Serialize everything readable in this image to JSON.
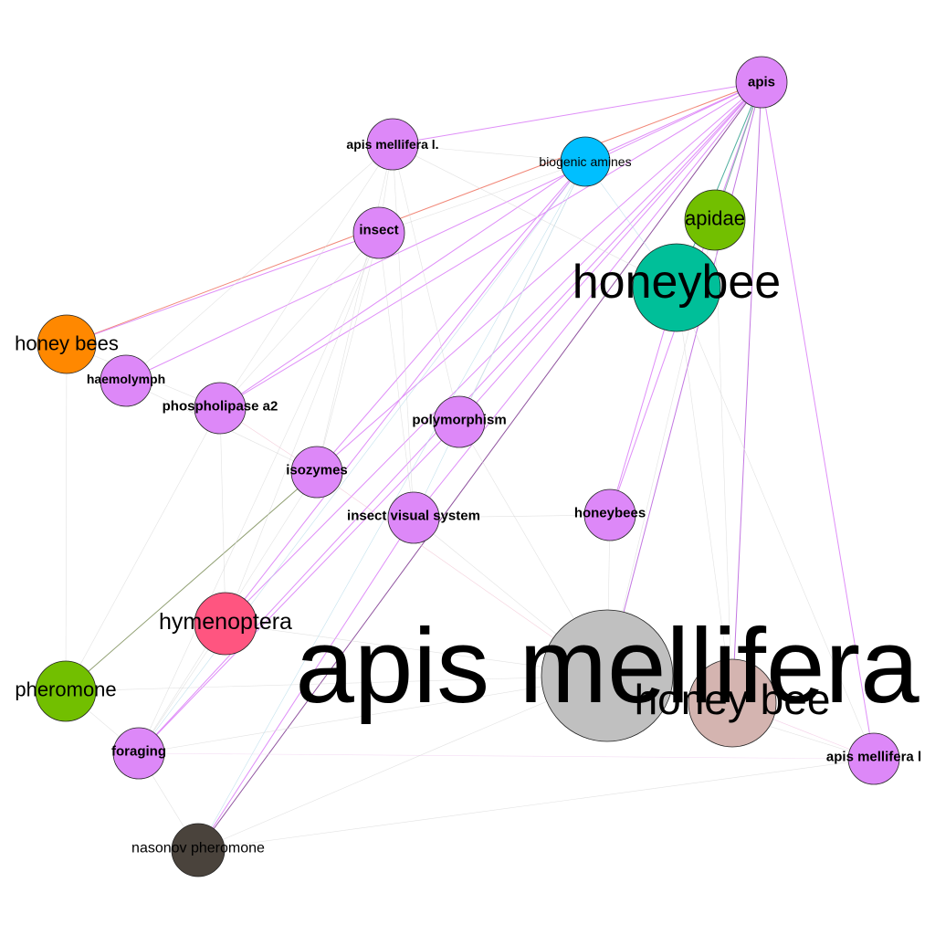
{
  "graph": {
    "nodes": [
      {
        "id": "apis",
        "label": "apis",
        "color": "#dd88f8",
        "style": "bold",
        "name": "node-apis"
      },
      {
        "id": "apis_mellifera_l_dot",
        "label": "apis mellifera l.",
        "color": "#dd88f8",
        "style": "bold",
        "name": "node-apis-mellifera-l-dot"
      },
      {
        "id": "biogenic_amines",
        "label": "biogenic amines",
        "color": "#00bfff",
        "style": "normal",
        "name": "node-biogenic-amines"
      },
      {
        "id": "insect",
        "label": "insect",
        "color": "#dd88f8",
        "style": "bold",
        "name": "node-insect"
      },
      {
        "id": "apidae",
        "label": "apidae",
        "color": "#72bf00",
        "style": "normal",
        "name": "node-apidae"
      },
      {
        "id": "honeybee",
        "label": "honeybee",
        "color": "#00bf99",
        "style": "normal",
        "name": "node-honeybee"
      },
      {
        "id": "honey_bees",
        "label": "honey bees",
        "color": "#ff8800",
        "style": "normal",
        "name": "node-honey-bees"
      },
      {
        "id": "haemolymph",
        "label": "haemolymph",
        "color": "#dd88f8",
        "style": "bold",
        "name": "node-haemolymph"
      },
      {
        "id": "phospholipase_a2",
        "label": "phospholipase a2",
        "color": "#dd88f8",
        "style": "bold",
        "name": "node-phospholipase-a2"
      },
      {
        "id": "polymorphism",
        "label": "polymorphism",
        "color": "#dd88f8",
        "style": "bold",
        "name": "node-polymorphism"
      },
      {
        "id": "isozymes",
        "label": "isozymes",
        "color": "#dd88f8",
        "style": "bold",
        "name": "node-isozymes"
      },
      {
        "id": "insect_visual_system",
        "label": "insect visual system",
        "color": "#dd88f8",
        "style": "bold",
        "name": "node-insect-visual-system"
      },
      {
        "id": "honeybees",
        "label": "honeybees",
        "color": "#dd88f8",
        "style": "bold",
        "name": "node-honeybees"
      },
      {
        "id": "hymenoptera",
        "label": "hymenoptera",
        "color": "#ff5580",
        "style": "normal",
        "name": "node-hymenoptera"
      },
      {
        "id": "apis_mellifera",
        "label": "apis mellifera",
        "color": "#c0c0c0",
        "style": "normal",
        "name": "node-apis-mellifera"
      },
      {
        "id": "honey_bee",
        "label": "honey bee",
        "color": "#d4b4b0",
        "style": "normal",
        "name": "node-honey-bee"
      },
      {
        "id": "pheromone",
        "label": "pheromone",
        "color": "#72bf00",
        "style": "normal",
        "name": "node-pheromone"
      },
      {
        "id": "foraging",
        "label": "foraging",
        "color": "#dd88f8",
        "style": "bold",
        "name": "node-foraging"
      },
      {
        "id": "apis_mellifera_l",
        "label": "apis mellifera l",
        "color": "#dd88f8",
        "style": "bold",
        "name": "node-apis-mellifera-l"
      },
      {
        "id": "nasonov_pheromone",
        "label": "nasonov pheromone",
        "color": "#4a433c",
        "style": "normal",
        "name": "node-nasonov-pheromone"
      }
    ],
    "edges": [
      {
        "source": "apis",
        "target": "apis_mellifera_l_dot",
        "color": "#dd88f8",
        "weight": "medium"
      },
      {
        "source": "apis",
        "target": "honey_bees",
        "color": "#f08070",
        "weight": "medium"
      },
      {
        "source": "apis",
        "target": "haemolymph",
        "color": "#dd88f8",
        "weight": "medium"
      },
      {
        "source": "apis",
        "target": "phospholipase_a2",
        "color": "#dd88f8",
        "weight": "medium"
      },
      {
        "source": "apis",
        "target": "isozymes",
        "color": "#dd88f8",
        "weight": "medium"
      },
      {
        "source": "apis",
        "target": "insect_visual_system",
        "color": "#dd88f8",
        "weight": "medium"
      },
      {
        "source": "apis",
        "target": "polymorphism",
        "color": "#dd88f8",
        "weight": "medium"
      },
      {
        "source": "apis",
        "target": "hymenoptera",
        "color": "#dd88f8",
        "weight": "medium"
      },
      {
        "source": "apis",
        "target": "foraging",
        "color": "#dd88f8",
        "weight": "medium"
      },
      {
        "source": "apis",
        "target": "nasonov_pheromone",
        "color": "#8a4a9a",
        "weight": "medium"
      },
      {
        "source": "apis",
        "target": "honeybees",
        "color": "#dd88f8",
        "weight": "medium"
      },
      {
        "source": "apis",
        "target": "apis_mellifera_l",
        "color": "#dd88f8",
        "weight": "medium"
      },
      {
        "source": "apis",
        "target": "honey_bee",
        "color": "#c070e0",
        "weight": "medium"
      },
      {
        "source": "apis",
        "target": "apis_mellifera",
        "color": "#c070e0",
        "weight": "medium"
      },
      {
        "source": "apis",
        "target": "biogenic_amines",
        "color": "#dd88f8",
        "weight": "medium"
      },
      {
        "source": "apis",
        "target": "honeybee",
        "color": "#44aa99",
        "weight": "medium"
      },
      {
        "source": "apis",
        "target": "apidae",
        "color": "#7ab0a0",
        "weight": "medium"
      },
      {
        "source": "insect",
        "target": "honey_bees",
        "color": "#dd88f8",
        "weight": "medium"
      },
      {
        "source": "biogenic_amines",
        "target": "isozymes",
        "color": "#dd88f8",
        "weight": "medium"
      },
      {
        "source": "biogenic_amines",
        "target": "phospholipase_a2",
        "color": "#dd88f8",
        "weight": "medium"
      },
      {
        "source": "biogenic_amines",
        "target": "hymenoptera",
        "color": "#dd88f8",
        "weight": "medium"
      },
      {
        "source": "pheromone",
        "target": "isozymes",
        "color": "#8a9a6a",
        "weight": "medium"
      },
      {
        "source": "honeybee",
        "target": "honeybees",
        "color": "#dd88f8",
        "weight": "medium"
      },
      {
        "source": "polymorphism",
        "target": "foraging",
        "color": "#dd88f8",
        "weight": "medium"
      },
      {
        "source": "insect_visual_system",
        "target": "nasonov_pheromone",
        "color": "#dd88f8",
        "weight": "medium"
      },
      {
        "source": "apis_mellifera_l_dot",
        "target": "insect",
        "color": "#d8d8d8",
        "weight": "thin"
      },
      {
        "source": "apis_mellifera_l_dot",
        "target": "biogenic_amines",
        "color": "#d8d8d8",
        "weight": "thin"
      },
      {
        "source": "apis_mellifera_l_dot",
        "target": "haemolymph",
        "color": "#d8d8d8",
        "weight": "thin"
      },
      {
        "source": "apis_mellifera_l_dot",
        "target": "phospholipase_a2",
        "color": "#d8d8d8",
        "weight": "thin"
      },
      {
        "source": "apis_mellifera_l_dot",
        "target": "isozymes",
        "color": "#d8d8d8",
        "weight": "thin"
      },
      {
        "source": "apis_mellifera_l_dot",
        "target": "polymorphism",
        "color": "#d8d8d8",
        "weight": "thin"
      },
      {
        "source": "apis_mellifera_l_dot",
        "target": "insect_visual_system",
        "color": "#d8d8d8",
        "weight": "thin"
      },
      {
        "source": "apis_mellifera_l_dot",
        "target": "honeybee",
        "color": "#d8d8d8",
        "weight": "thin"
      },
      {
        "source": "insect",
        "target": "biogenic_amines",
        "color": "#d8d8d8",
        "weight": "thin"
      },
      {
        "source": "insect",
        "target": "phospholipase_a2",
        "color": "#d8d8d8",
        "weight": "thin"
      },
      {
        "source": "insect",
        "target": "isozymes",
        "color": "#d8d8d8",
        "weight": "thin"
      },
      {
        "source": "insect",
        "target": "insect_visual_system",
        "color": "#d8d8d8",
        "weight": "thin"
      },
      {
        "source": "insect",
        "target": "hymenoptera",
        "color": "#d8d8d8",
        "weight": "thin"
      },
      {
        "source": "insect",
        "target": "foraging",
        "color": "#d8d8d8",
        "weight": "thin"
      },
      {
        "source": "biogenic_amines",
        "target": "polymorphism",
        "color": "#d8d8d8",
        "weight": "thin"
      },
      {
        "source": "biogenic_amines",
        "target": "insect_visual_system",
        "color": "#b0d8e8",
        "weight": "thin"
      },
      {
        "source": "biogenic_amines",
        "target": "honeybee",
        "color": "#b0d8e8",
        "weight": "thin"
      },
      {
        "source": "biogenic_amines",
        "target": "foraging",
        "color": "#b0d8e8",
        "weight": "thin"
      },
      {
        "source": "biogenic_amines",
        "target": "nasonov_pheromone",
        "color": "#b0d8e8",
        "weight": "thin"
      },
      {
        "source": "honey_bees",
        "target": "phospholipase_a2",
        "color": "#d8d8d8",
        "weight": "thin"
      },
      {
        "source": "honey_bees",
        "target": "pheromone",
        "color": "#d8d8d8",
        "weight": "thin"
      },
      {
        "source": "haemolymph",
        "target": "isozymes",
        "color": "#d8d8d8",
        "weight": "thin"
      },
      {
        "source": "phospholipase_a2",
        "target": "pheromone",
        "color": "#d8d8d8",
        "weight": "thin"
      },
      {
        "source": "phospholipase_a2",
        "target": "isozymes",
        "color": "#f0c0d0",
        "weight": "thin"
      },
      {
        "source": "phospholipase_a2",
        "target": "hymenoptera",
        "color": "#d8d8d8",
        "weight": "thin"
      },
      {
        "source": "isozymes",
        "target": "apis_mellifera",
        "color": "#f0c0d0",
        "weight": "thin"
      },
      {
        "source": "isozymes",
        "target": "foraging",
        "color": "#d8d8d8",
        "weight": "thin"
      },
      {
        "source": "insect_visual_system",
        "target": "apis_mellifera",
        "color": "#d8d8d8",
        "weight": "thin"
      },
      {
        "source": "insect_visual_system",
        "target": "honeybees",
        "color": "#d8d8d8",
        "weight": "thin"
      },
      {
        "source": "polymorphism",
        "target": "apis_mellifera",
        "color": "#d8d8d8",
        "weight": "thin"
      },
      {
        "source": "honeybees",
        "target": "apis_mellifera",
        "color": "#d8d8d8",
        "weight": "thin"
      },
      {
        "source": "honeybee",
        "target": "apis_mellifera_l",
        "color": "#d8d8d8",
        "weight": "thin"
      },
      {
        "source": "honeybee",
        "target": "honey_bee",
        "color": "#d8d8d8",
        "weight": "thin"
      },
      {
        "source": "hymenoptera",
        "target": "apis_mellifera",
        "color": "#d8d8d8",
        "weight": "thin"
      },
      {
        "source": "hymenoptera",
        "target": "foraging",
        "color": "#d8d8d8",
        "weight": "thin"
      },
      {
        "source": "pheromone",
        "target": "apis_mellifera",
        "color": "#d8d8d8",
        "weight": "thin"
      },
      {
        "source": "pheromone",
        "target": "foraging",
        "color": "#d8d8d8",
        "weight": "thin"
      },
      {
        "source": "foraging",
        "target": "apis_mellifera_l",
        "color": "#f0d0f0",
        "weight": "thin"
      },
      {
        "source": "foraging",
        "target": "apis_mellifera",
        "color": "#d8d8d8",
        "weight": "thin"
      },
      {
        "source": "foraging",
        "target": "nasonov_pheromone",
        "color": "#d8d8d8",
        "weight": "thin"
      },
      {
        "source": "nasonov_pheromone",
        "target": "apis_mellifera_l",
        "color": "#d8d8d8",
        "weight": "thin"
      },
      {
        "source": "nasonov_pheromone",
        "target": "apis_mellifera",
        "color": "#d8d8d8",
        "weight": "thin"
      },
      {
        "source": "apis_mellifera",
        "target": "apis_mellifera_l",
        "color": "#d8d8d8",
        "weight": "thin"
      },
      {
        "source": "honey_bee",
        "target": "apis_mellifera_l",
        "color": "#f0c0e0",
        "weight": "thin"
      },
      {
        "source": "apidae",
        "target": "honey_bee",
        "color": "#d8d8d8",
        "weight": "thin"
      },
      {
        "source": "apidae",
        "target": "apis_mellifera",
        "color": "#d8d8d8",
        "weight": "thin"
      }
    ]
  }
}
